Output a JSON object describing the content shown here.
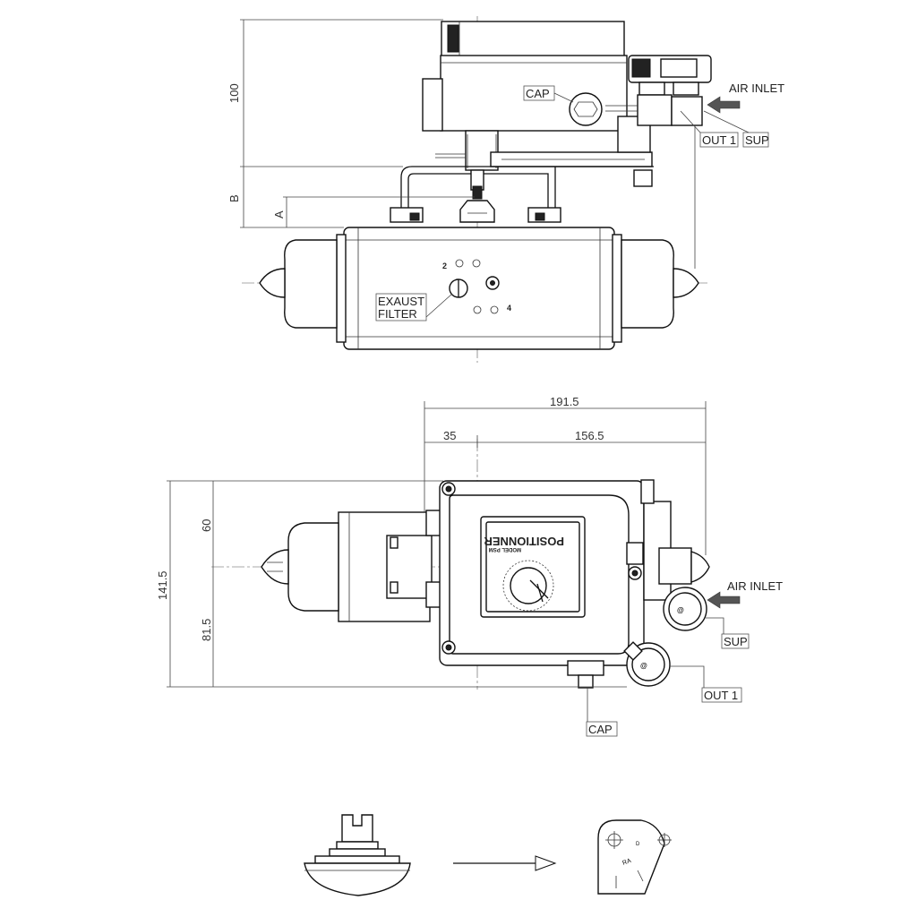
{
  "top_view": {
    "dim_100": "100",
    "dim_b": "B",
    "dim_a": "A",
    "cap": "CAP",
    "air_inlet": "AIR INLET",
    "out1": "OUT 1",
    "sup": "SUP",
    "port_2": "2",
    "port_4": "4",
    "exaust": "EXAUST",
    "filter": "FILTER"
  },
  "plan_view": {
    "dim_191_5": "191.5",
    "dim_35": "35",
    "dim_156_5": "156.5",
    "dim_141_5": "141.5",
    "dim_60": "60",
    "dim_81_5": "81.5",
    "positionner": "POSITIONNER",
    "model": "MODEL PSM",
    "air_inlet": "AIR INLET",
    "sup": "SUP",
    "out1": "OUT 1",
    "cap": "CAP"
  },
  "detail": {
    "ra": "RA",
    "d": "D"
  }
}
